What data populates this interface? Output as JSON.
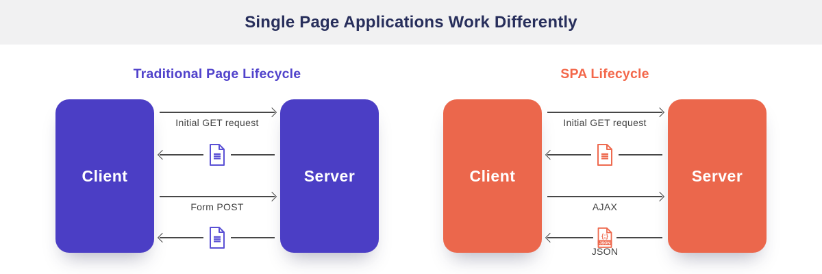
{
  "header": {
    "title": "Single Page Applications Work Differently"
  },
  "colors": {
    "page-bg": "#ffffff",
    "header-bg": "#f1f1f2",
    "title-navy": "#272e5b",
    "purple": "#4b3ec5",
    "purple-heading": "#5042cb",
    "purple-icon": "#5a50d5",
    "orange": "#eb674c",
    "orange-heading": "#f3674a",
    "orange-icon": "#ee6a4f",
    "arrow-gray": "#474747",
    "label-gray": "#3f3f3f",
    "box-text": "#ffffff"
  },
  "panels": [
    {
      "id": "traditional",
      "heading": "Traditional Page Lifecycle",
      "client_label": "Client",
      "server_label": "Server",
      "flows": [
        {
          "direction": "right",
          "label": "Initial GET request",
          "icon": ""
        },
        {
          "direction": "left",
          "label": "",
          "icon": "document-icon"
        },
        {
          "direction": "right",
          "label": "Form POST",
          "icon": ""
        },
        {
          "direction": "left",
          "label": "",
          "icon": "document-icon"
        }
      ]
    },
    {
      "id": "spa",
      "heading": "SPA Lifecycle",
      "client_label": "Client",
      "server_label": "Server",
      "flows": [
        {
          "direction": "right",
          "label": "Initial GET request",
          "icon": ""
        },
        {
          "direction": "left",
          "label": "",
          "icon": "document-icon"
        },
        {
          "direction": "right",
          "label": "AJAX",
          "icon": ""
        },
        {
          "direction": "left",
          "label": "JSON",
          "icon": "json-file-icon"
        }
      ]
    }
  ],
  "json_icon": {
    "braces": "{;}",
    "badge": "JSON"
  }
}
